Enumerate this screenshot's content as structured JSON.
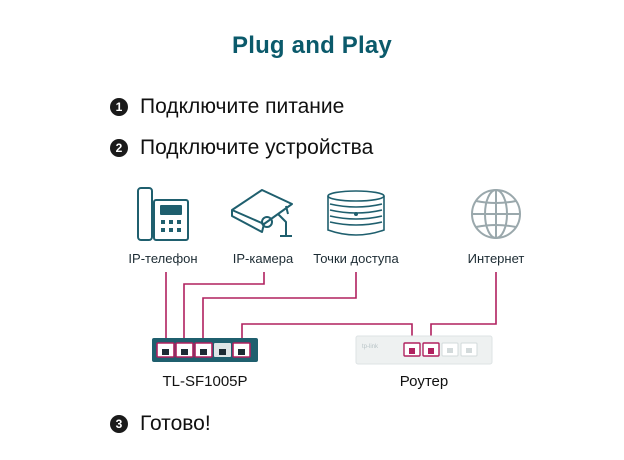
{
  "title": "Plug and Play",
  "steps": [
    {
      "number": "1",
      "text": "Подключите питание"
    },
    {
      "number": "2",
      "text": "Подключите устройства"
    },
    {
      "number": "3",
      "text": "Готово!"
    }
  ],
  "devices": {
    "ip_phone": {
      "label": "IP-телефон",
      "icon": "desk-phone-icon"
    },
    "ip_camera": {
      "label": "IP-камера",
      "icon": "security-camera-icon"
    },
    "access_point": {
      "label": "Точки доступа",
      "icon": "ceiling-access-point-icon"
    },
    "internet": {
      "label": "Интернет",
      "icon": "globe-icon"
    }
  },
  "switch": {
    "label": "TL-SF1005P",
    "ports": 5
  },
  "router": {
    "label": "Роутер",
    "brand_mark": "tp-link"
  },
  "colors": {
    "title": "#0b5a6b",
    "cable": "#b0215f",
    "device_icon": "#1f5f6e",
    "switch_body": "#1f5f6e",
    "router_body": "#eef1f1",
    "internet_icon": "#9aa8ac"
  }
}
